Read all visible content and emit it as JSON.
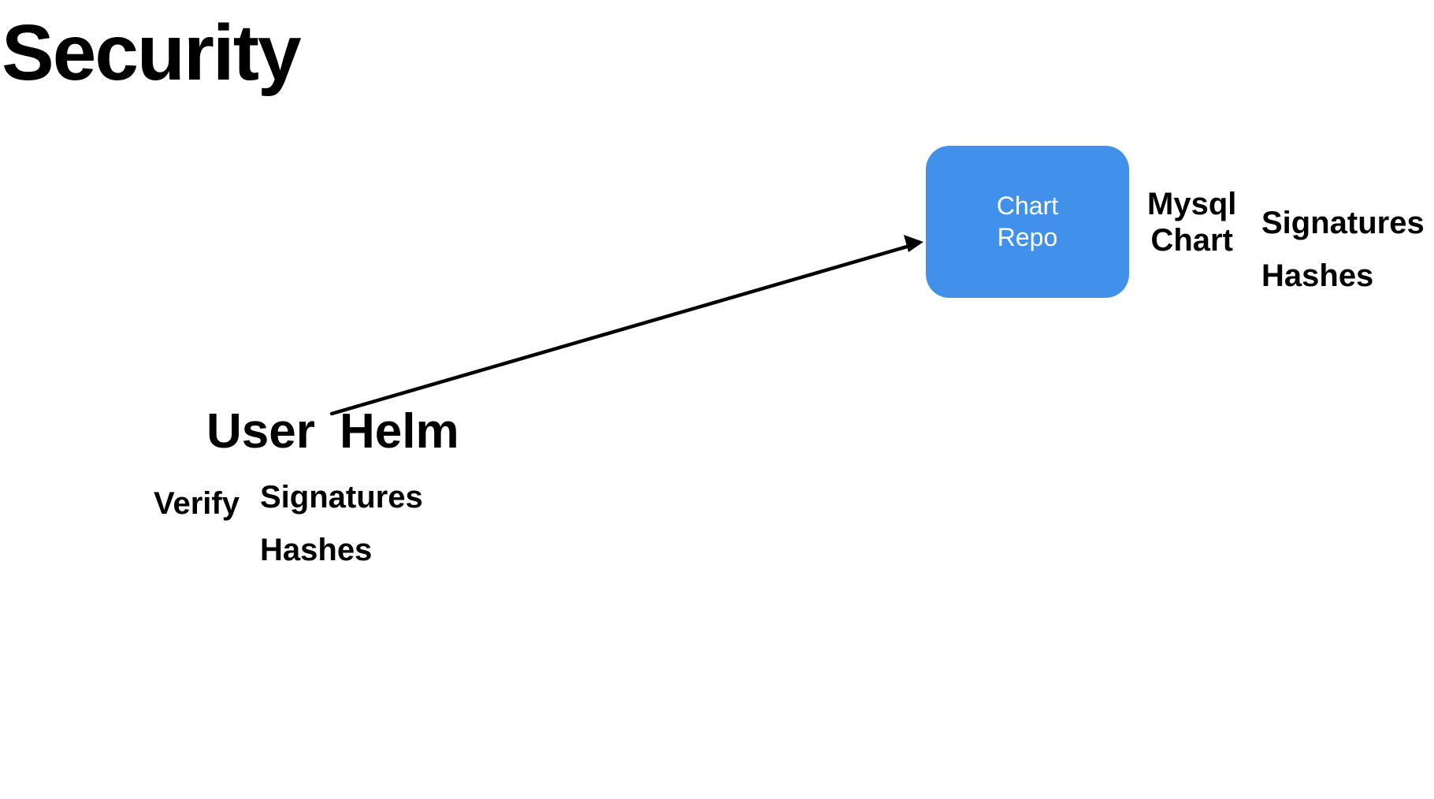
{
  "title": "Security",
  "client": {
    "user_label": "User",
    "helm_label": "Helm",
    "verify_label": "Verify",
    "signatures_label": "Signatures",
    "hashes_label": "Hashes"
  },
  "repo": {
    "line1": "Chart",
    "line2": "Repo",
    "color": "#4191ea"
  },
  "chart": {
    "line1": "Mysql",
    "line2": "Chart",
    "signatures_label": "Signatures",
    "hashes_label": "Hashes"
  },
  "arrow": {
    "from": "helm",
    "to": "chart-repo"
  }
}
